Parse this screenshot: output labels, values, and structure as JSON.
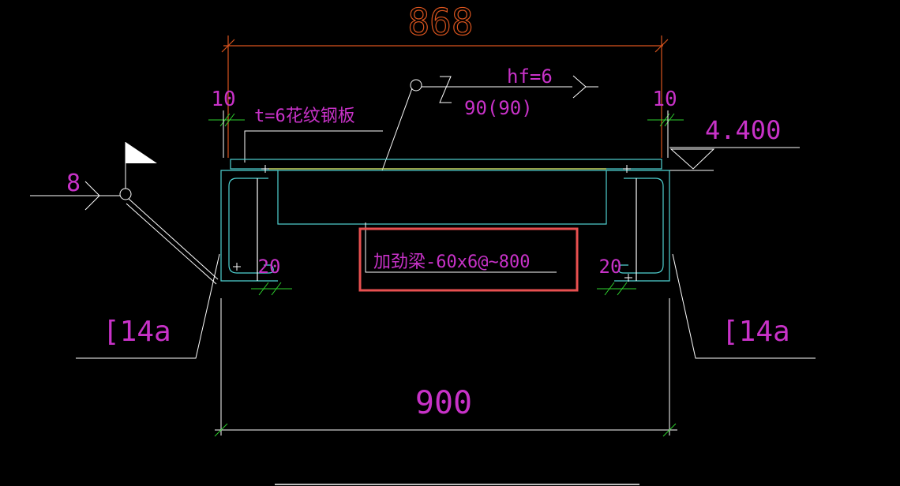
{
  "colors": {
    "background": "#000000",
    "dimension_text_orange": "#d9541e",
    "annotation_magenta": "#c832c8",
    "steel_cyan": "#4fd2d2",
    "leader_white": "#ffffff",
    "tick_green": "#2ed12e",
    "highlight_red": "#e85050",
    "plate_yellow": "#e6e65a"
  },
  "dimensions": {
    "top_overall": "868",
    "left_offset": "10",
    "right_offset": "10",
    "left_lip": "20",
    "right_lip": "20",
    "bottom_overall": "900"
  },
  "annotations": {
    "plate_label": "t=6花纹钢板",
    "weld_size": "hf=6",
    "weld_spec": "90(90)",
    "weld_z": "Z",
    "elevation": "4.400",
    "side_weld_size": "8",
    "stiffener_label": "加劲梁-60x6@~800",
    "channel_left": "[14a",
    "channel_right": "[14a"
  },
  "icons": {
    "weld_flag": "field-weld-flag-icon",
    "weld_arrow": "weld-arrow-icon",
    "elevation_marker": "elevation-triangle-icon"
  }
}
